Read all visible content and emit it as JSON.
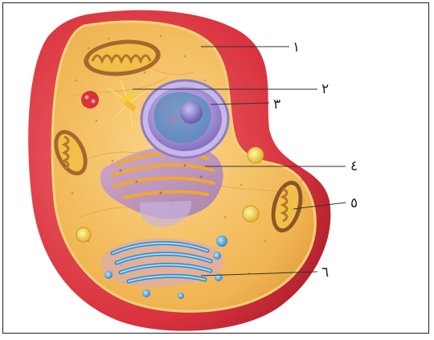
{
  "labels": [
    {
      "text": "١"
    },
    {
      "text": "٢"
    },
    {
      "text": "٣"
    },
    {
      "text": "٤"
    },
    {
      "text": "٥"
    },
    {
      "text": "٦"
    }
  ],
  "colors": {
    "membrane": "#d8323d",
    "cytoplasm": "#f0b552",
    "nucleus": "#9b86cf",
    "golgi": "#2f86cf",
    "er": "#e8a03a",
    "mitochondria": "#c97b3a",
    "leader_line": "#333333"
  }
}
